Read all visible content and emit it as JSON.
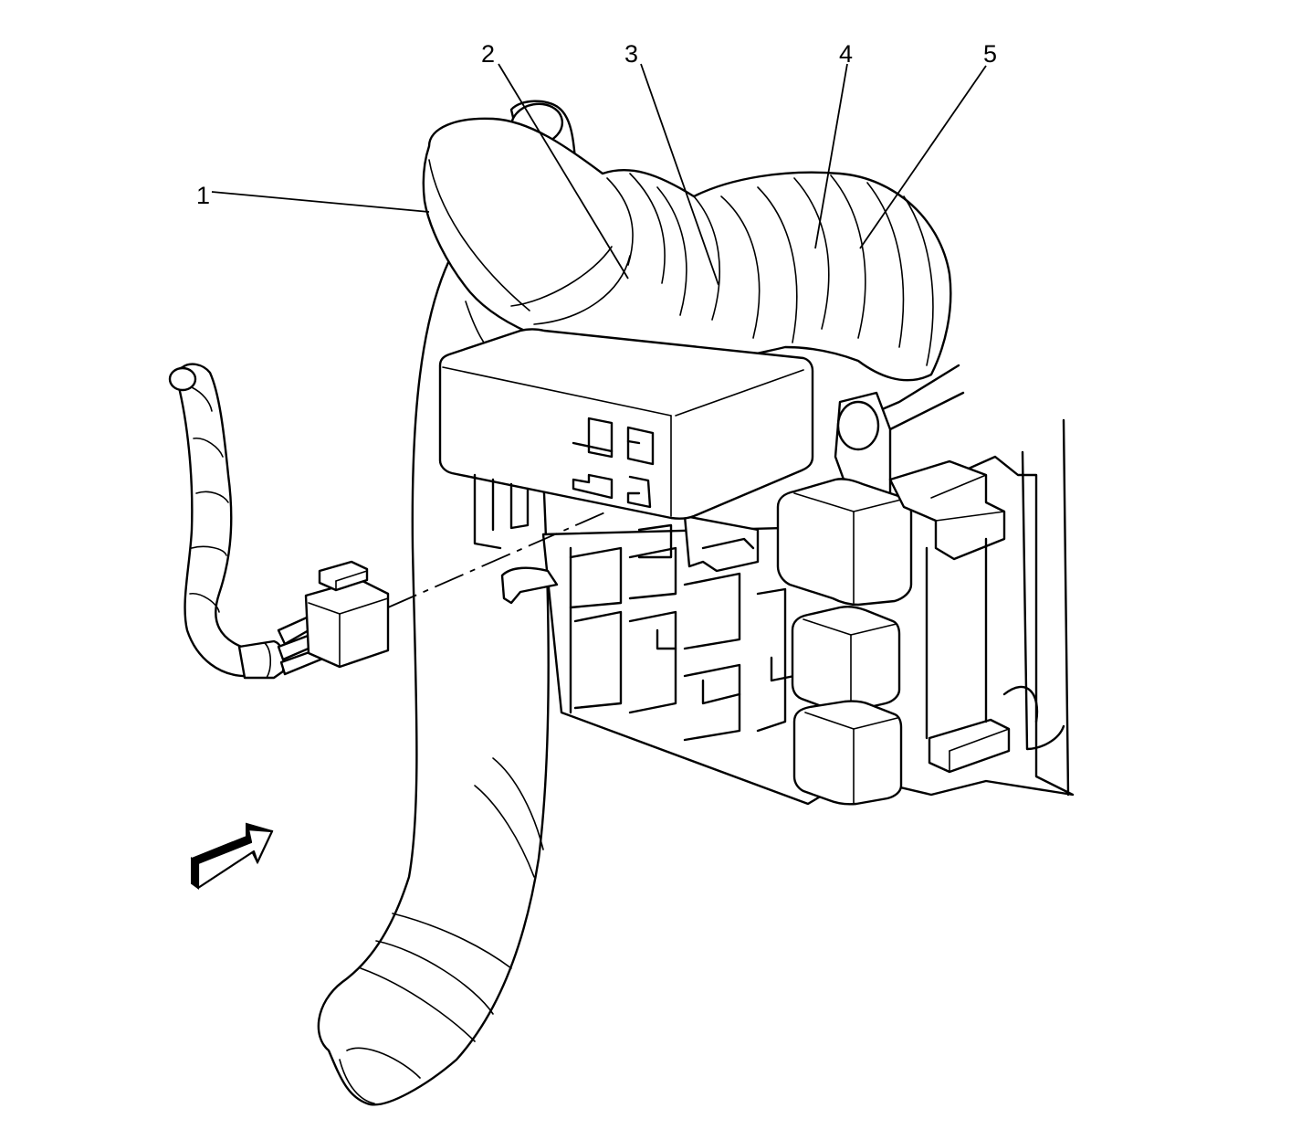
{
  "callouts": [
    {
      "id": "1",
      "label": "1"
    },
    {
      "id": "2",
      "label": "2"
    },
    {
      "id": "3",
      "label": "3"
    },
    {
      "id": "4",
      "label": "4"
    },
    {
      "id": "5",
      "label": "5"
    }
  ],
  "icons": {
    "view_arrow": "view-direction-arrow-icon"
  },
  "colors": {
    "line": "#000000",
    "background": "#ffffff"
  }
}
